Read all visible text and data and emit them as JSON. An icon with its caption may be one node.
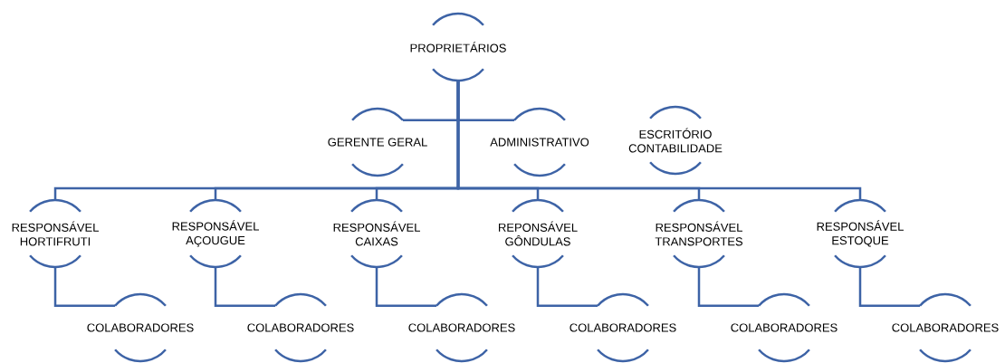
{
  "diagram": {
    "nodes": [
      {
        "text": [
          "PROPRIETÁRIOS"
        ]
      },
      {
        "text": [
          "GERENTE GERAL"
        ]
      },
      {
        "text": [
          "ADMINISTRATIVO"
        ]
      },
      {
        "text": [
          "ESCRITÓRIO CONTABILIDADE"
        ]
      },
      {
        "text": [
          "RESPONSÁVEL HORTIFRUTI"
        ]
      },
      {
        "text": [
          "RESPONSÁVEL AÇOUGUE"
        ]
      },
      {
        "text": [
          "RESPONSÁVEL CAIXAS"
        ]
      },
      {
        "text": [
          "REPONSÁVEL GÔNDULAS"
        ]
      },
      {
        "text": [
          "RESPONSÁVEL TRANSPORTES"
        ]
      },
      {
        "text": [
          "RESPONSÁVEL ESTOQUE"
        ]
      },
      {
        "text": [
          "COLABORADORES"
        ]
      },
      {
        "text": [
          "COLABORADORES"
        ]
      },
      {
        "text": [
          "COLABORADORES"
        ]
      },
      {
        "text": [
          "COLABORADORES"
        ]
      },
      {
        "text": [
          "COLABORADORES"
        ]
      },
      {
        "text": [
          "COLABORADORES"
        ]
      }
    ],
    "edges": [
      {
        "from": 0,
        "to": 1,
        "arrow": "none"
      },
      {
        "from": 0,
        "to": 2,
        "arrow": "none"
      },
      {
        "from": 0,
        "to": 4,
        "arrow": "none"
      },
      {
        "from": 0,
        "to": 5,
        "arrow": "none"
      },
      {
        "from": 0,
        "to": 6,
        "arrow": "none"
      },
      {
        "from": 0,
        "to": 7,
        "arrow": "none"
      },
      {
        "from": 0,
        "to": 8,
        "arrow": "none"
      },
      {
        "from": 0,
        "to": 9,
        "arrow": "none"
      },
      {
        "from": 4,
        "to": 10,
        "arrow": "none"
      },
      {
        "from": 5,
        "to": 11,
        "arrow": "none"
      },
      {
        "from": 6,
        "to": 12,
        "arrow": "none"
      },
      {
        "from": 7,
        "to": 13,
        "arrow": "none"
      },
      {
        "from": 8,
        "to": 14,
        "arrow": "none"
      },
      {
        "from": 9,
        "to": 15,
        "arrow": "none"
      }
    ]
  }
}
